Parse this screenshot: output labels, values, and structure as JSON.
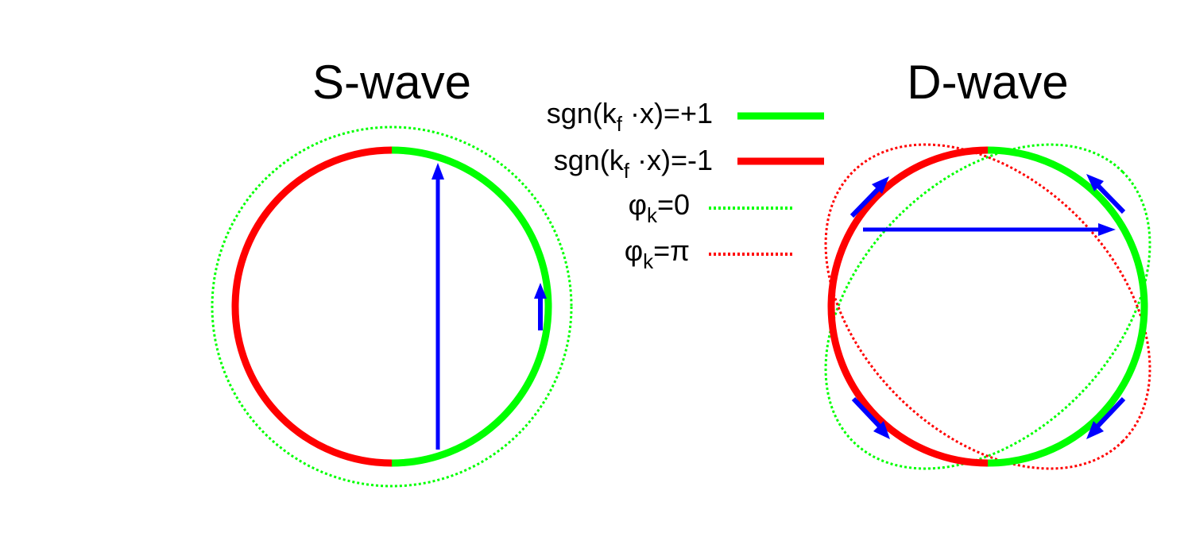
{
  "panels": {
    "left_title": "S-wave",
    "right_title": "D-wave"
  },
  "legend": {
    "entries": [
      {
        "prefix": "sgn(k",
        "sub": "f",
        "suffix": " ·x)=+1",
        "color": "#00ff00",
        "style": "solid"
      },
      {
        "prefix": "sgn(k",
        "sub": "f",
        "suffix": " ·x)=-1",
        "color": "#ff0000",
        "style": "solid"
      },
      {
        "prefix": "φ",
        "sub": "k",
        "suffix": "=0",
        "color": "#00ff00",
        "style": "dotted"
      },
      {
        "prefix": "φ",
        "sub": "k",
        "suffix": "=π",
        "color": "#ff0000",
        "style": "dotted"
      }
    ]
  },
  "colors": {
    "positive": "#00ff00",
    "negative": "#ff0000",
    "arrow": "#0000ff"
  }
}
